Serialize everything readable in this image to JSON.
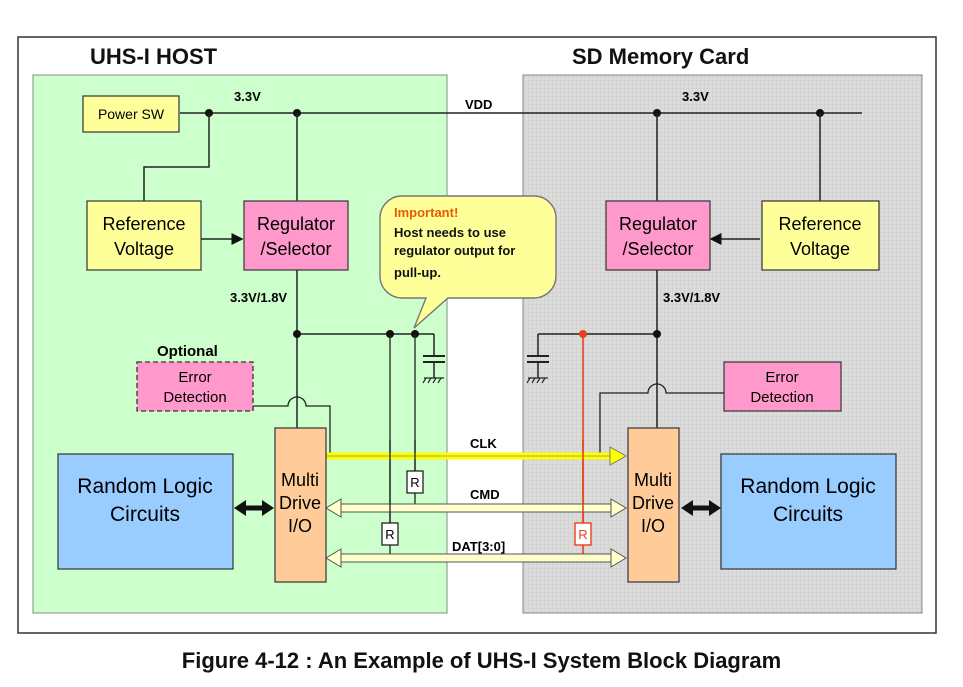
{
  "host": {
    "title": "UHS-I HOST",
    "power_sw": "Power SW",
    "v33": "3.3V",
    "ref_voltage": [
      "Reference",
      "Voltage"
    ],
    "regulator": [
      "Regulator",
      "/Selector"
    ],
    "v_sel": "3.3V/1.8V",
    "optional": "Optional",
    "error_detection": [
      "Error",
      "Detection"
    ],
    "random_logic": [
      "Random Logic",
      "Circuits"
    ],
    "multi_drive": [
      "Multi",
      "Drive",
      "I/O"
    ],
    "resistor_cmd": "R",
    "resistor_dat": "R"
  },
  "card": {
    "title": "SD Memory Card",
    "v33": "3.3V",
    "ref_voltage": [
      "Reference",
      "Voltage"
    ],
    "regulator": [
      "Regulator",
      "/Selector"
    ],
    "v_sel": "3.3V/1.8V",
    "error_detection": [
      "Error",
      "Detection"
    ],
    "random_logic": [
      "Random Logic",
      "Circuits"
    ],
    "multi_drive": [
      "Multi",
      "Drive",
      "I/O"
    ],
    "resistor_dat": "R"
  },
  "bus": {
    "vdd": "VDD",
    "clk": "CLK",
    "cmd": "CMD",
    "dat": "DAT[3:0]"
  },
  "callout": {
    "title": "Important!",
    "lines": [
      "Host needs to use",
      "regulator output for",
      "pull-up."
    ]
  },
  "caption": "Figure 4-12 :  An Example of UHS-I System Block Diagram",
  "colors": {
    "host_bg": "#ccffcc",
    "card_bg": "#d9d9d9",
    "yellow": "#ffff99",
    "pink": "#ff99cc",
    "blue": "#99ccff",
    "orange": "#ffcc99",
    "red_line": "#e8401c"
  }
}
